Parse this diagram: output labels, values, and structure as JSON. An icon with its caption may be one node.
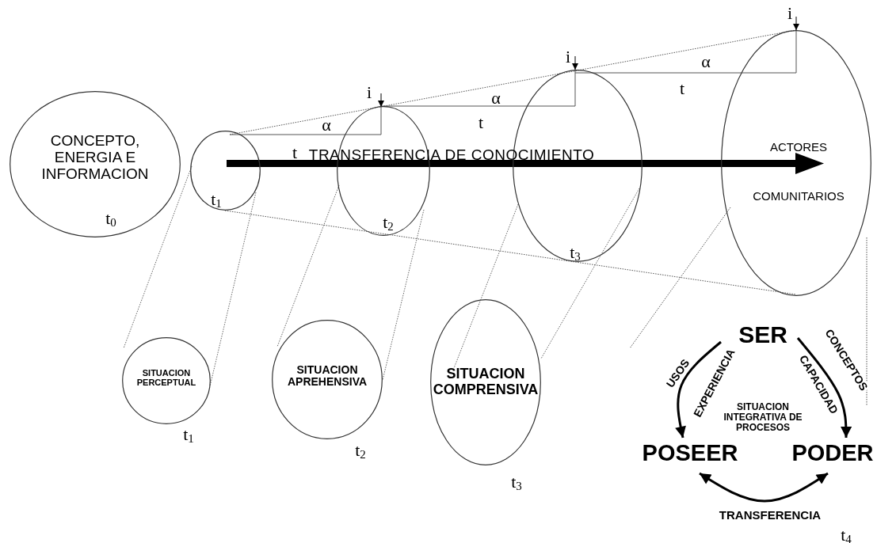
{
  "diagram": {
    "nodes": [
      {
        "text": [
          "CONCEPTO, ENERGIA E INFORMACION",
          "t$_{0}$"
        ]
      },
      {
        "text": [
          "t$_{1}$"
        ]
      },
      {
        "text": [
          "t$_{2}$"
        ]
      },
      {
        "text": [
          "t$_{3}$"
        ]
      },
      {
        "text": [
          "ACTORES",
          "COMUNITARIOS"
        ]
      },
      {
        "text": [
          "SITUACION PERCEPTUAL"
        ],
        "beside": [
          "t$_{1}$"
        ]
      },
      {
        "text": [
          "SITUACION APREHENSIVA"
        ],
        "beside": [
          "t$_{2}$"
        ]
      },
      {
        "text": [
          "SITUACION COMPRENSIVA"
        ],
        "beside": [
          "t$_{3}$"
        ]
      },
      {
        "text": [
          "SER"
        ]
      },
      {
        "text": [
          "POSEER"
        ]
      },
      {
        "text": [
          "PODER"
        ]
      }
    ],
    "edges": [
      {
        "from": 1,
        "to": 5,
        "arrow": "none",
        "style": "dashed"
      },
      {
        "from": 1,
        "to": 5,
        "arrow": "none",
        "style": "dashed"
      },
      {
        "from": 2,
        "to": 6,
        "arrow": "none",
        "style": "dashed"
      },
      {
        "from": 2,
        "to": 6,
        "arrow": "none",
        "style": "dashed"
      },
      {
        "from": 3,
        "to": 7,
        "arrow": "none",
        "style": "dashed"
      },
      {
        "from": 3,
        "to": 7,
        "arrow": "none",
        "style": "dashed"
      },
      {
        "from": 8,
        "to": 9,
        "arrow": "to",
        "label": "USOS",
        "style": "thick",
        "color": "#000000"
      },
      {
        "from": 8,
        "to": 10,
        "arrow": "to",
        "label": "CONCEPTOS",
        "style": "thick",
        "color": "#000000"
      },
      {
        "from": 9,
        "to": 10,
        "arrow": "both",
        "label": "TRANSFERENCIA",
        "style": "thick",
        "color": "#000000"
      }
    ],
    "labels": [
      "i",
      "i",
      "α",
      "i",
      "α",
      "t",
      "α",
      "t",
      "t",
      "TRANSFERENCIA DE CONOCIMIENTO",
      "EXPERIENCIA",
      "CAPACIDAD",
      "SITUACION INTEGRATIVA DE PROCESOS",
      "t$_{4}$"
    ]
  }
}
